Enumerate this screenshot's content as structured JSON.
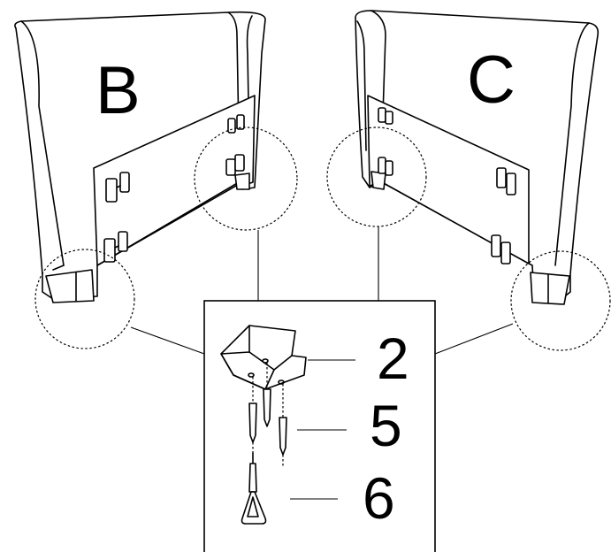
{
  "labels": {
    "panel_b": "B",
    "panel_c": "C"
  },
  "callouts": {
    "part_2": "2",
    "part_5": "5",
    "part_6": "6"
  },
  "icons": {
    "bracket": "bracket-icon",
    "screw": "screw-icon",
    "screwdriver": "screwdriver-icon"
  }
}
